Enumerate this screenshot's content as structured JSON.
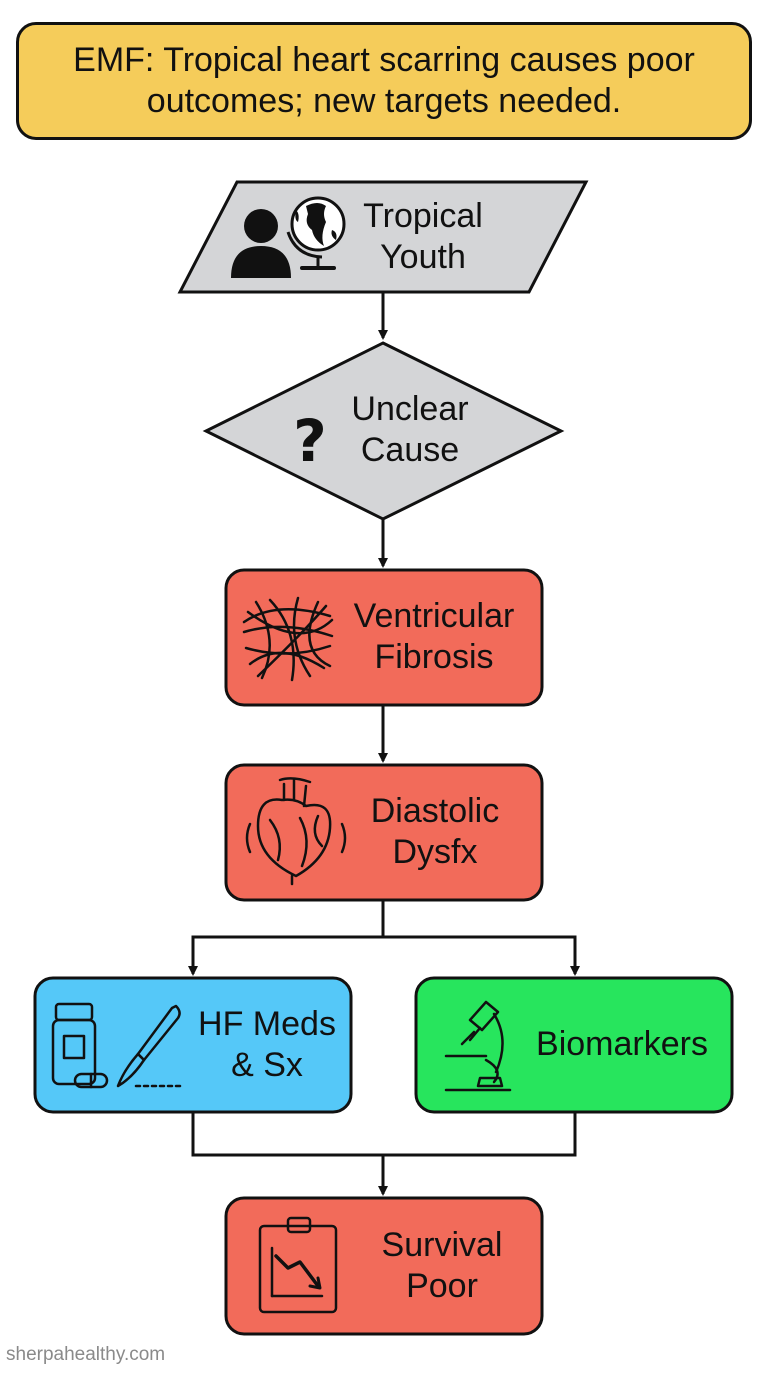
{
  "title": "EMF: Tropical heart scarring causes poor outcomes; new targets needed.",
  "colors": {
    "banner": "#f5cc5a",
    "neutral": "#d4d5d7",
    "red": "#f26b5a",
    "blue": "#55c8f8",
    "green": "#27e55d",
    "stroke": "#111111"
  },
  "nodes": {
    "youth": {
      "line1": "Tropical",
      "line2": "Youth",
      "icons": [
        "person-icon",
        "globe-icon"
      ]
    },
    "cause": {
      "line1": "Unclear",
      "line2": "Cause",
      "icons": [
        "question-mark-icon"
      ]
    },
    "fibrosis": {
      "line1": "Ventricular",
      "line2": "Fibrosis",
      "icons": [
        "fiber-tangle-icon"
      ]
    },
    "diastolic": {
      "line1": "Diastolic",
      "line2": "Dysfx",
      "icons": [
        "heart-icon"
      ]
    },
    "meds": {
      "line1": "HF Meds",
      "line2": "& Sx",
      "icons": [
        "pill-bottle-icon",
        "scalpel-icon"
      ]
    },
    "biomarkers": {
      "line1": "Biomarkers",
      "icons": [
        "microscope-icon"
      ]
    },
    "survival": {
      "line1": "Survival",
      "line2": "Poor",
      "icons": [
        "clipboard-chart-icon"
      ]
    }
  },
  "watermark": "sherpahealthy.com"
}
